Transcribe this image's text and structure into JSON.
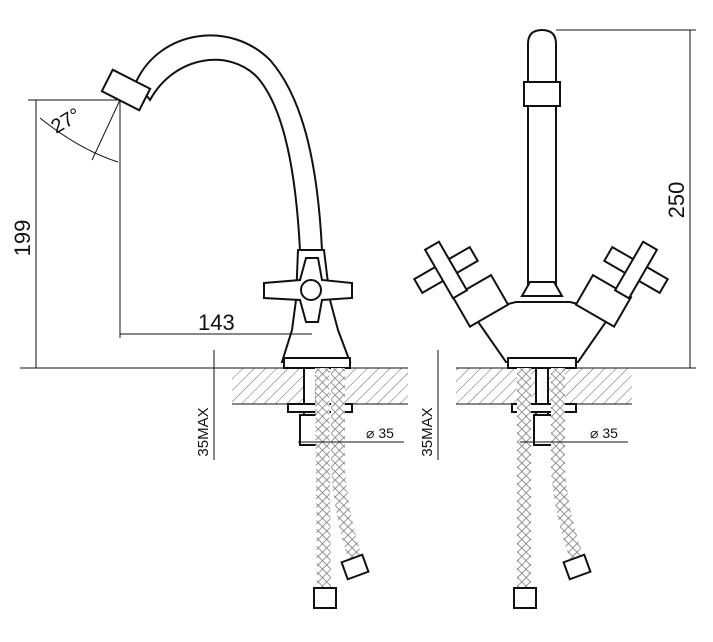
{
  "dimensions": {
    "angle": "27°",
    "height_left": "199",
    "reach": "143",
    "height_right": "250",
    "max_thickness_left": "35MAX",
    "max_thickness_right": "35MAX",
    "hole_diameter_left": "⌀ 35",
    "hole_diameter_right": "⌀ 35"
  }
}
